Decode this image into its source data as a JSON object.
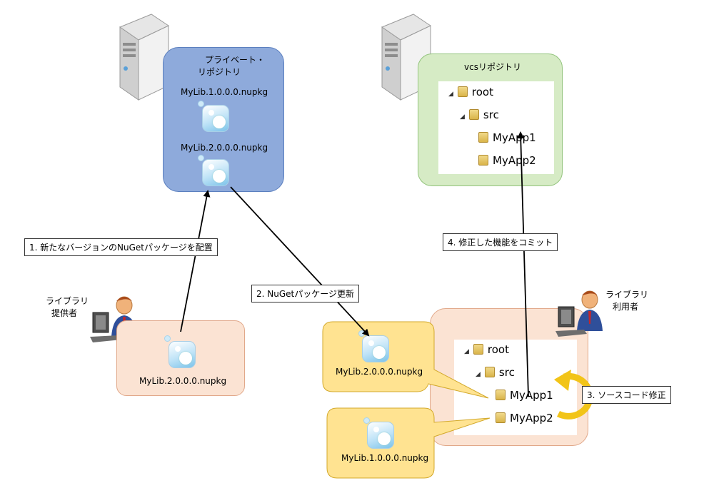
{
  "private_repo": {
    "title_line1": "プライベート・",
    "title_line2": "リポジトリ",
    "pkg1": "MyLib.1.0.0.0.nupkg",
    "pkg2": "MyLib.2.0.0.0.nupkg"
  },
  "vcs_repo": {
    "title": "vcsリポジトリ",
    "tree": [
      "root",
      "src",
      "MyApp1",
      "MyApp2"
    ]
  },
  "provider": {
    "label_line1": "ライブラリ",
    "label_line2": "提供者",
    "pkg": "MyLib.2.0.0.0.nupkg"
  },
  "consumer": {
    "label_line1": "ライブラリ",
    "label_line2": "利用者",
    "tree": [
      "root",
      "src",
      "MyApp1",
      "MyApp2"
    ],
    "callout_top": "MyLib.2.0.0.0.nupkg",
    "callout_bottom": "MyLib.1.0.0.0.nupkg"
  },
  "steps": {
    "step1": "1. 新たなバージョンのNuGetパッケージを配置",
    "step2": "2. NuGetパッケージ更新",
    "step3": "3. ソースコード修正",
    "step4": "4. 修正した機能をコミット"
  },
  "colors": {
    "private_repo_fill": "#8eaadb",
    "vcs_repo_fill": "#d6ebc5",
    "provider_fill": "#fbe3d3",
    "callout_fill": "#ffe391",
    "refresh_arrow": "#f2c418"
  }
}
